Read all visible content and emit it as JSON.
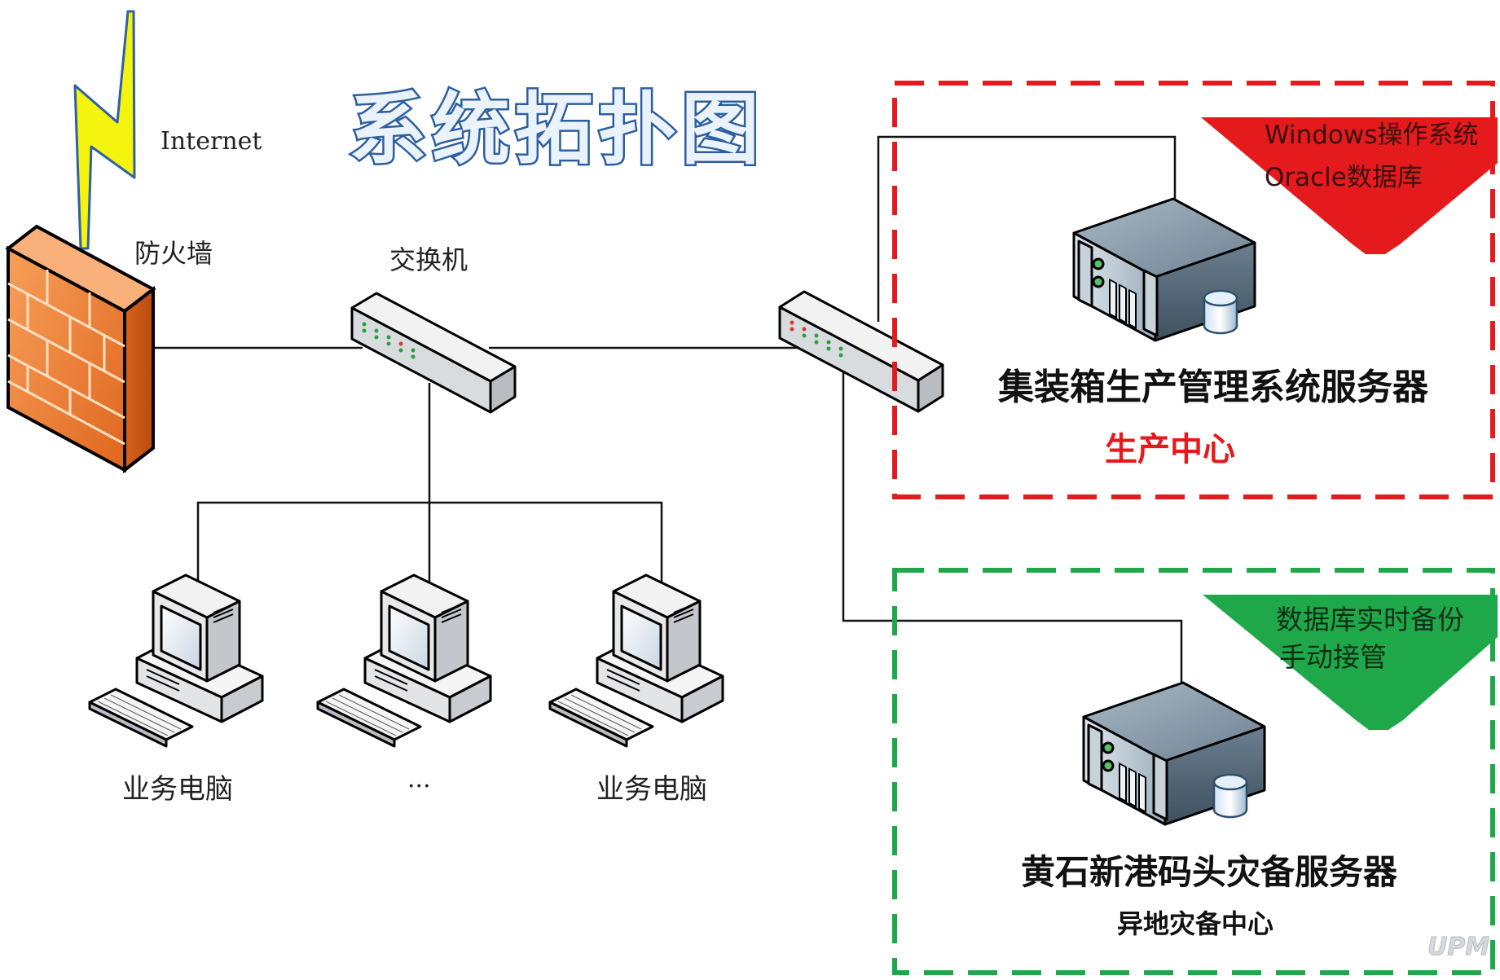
{
  "title": "系统拓扑图",
  "labels": {
    "internet": "Internet",
    "firewall": "防火墙",
    "switch": "交换机",
    "pc_left": "业务电脑",
    "pc_middle": "···",
    "pc_right": "业务电脑"
  },
  "production_center": {
    "note_line1": "Windows操作系统",
    "note_line2": "Oracle数据库",
    "server_title": "集装箱生产管理系统服务器",
    "zone_label": "生产中心",
    "color": "#e41a1c"
  },
  "disaster_center": {
    "note_line1": "数据库实时备份",
    "note_line2": "手动接管",
    "server_title": "黄石新港码头灾备服务器",
    "zone_label": "异地灾备中心",
    "color": "#1fa84a"
  },
  "colors": {
    "title_fill": "#eaf2fb",
    "title_stroke": "#2d5f9e",
    "lightning": "#f4f40e",
    "firewall": "#f07a2a",
    "line": "#111111"
  },
  "watermark": "UPM"
}
